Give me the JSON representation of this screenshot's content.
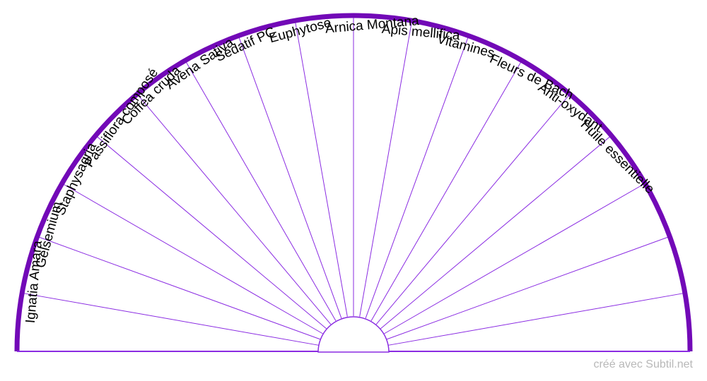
{
  "diagram": {
    "sectors": [
      "Ignatia Amara",
      "Gelsemium",
      "Staphysagria",
      "Passiflora composé",
      "Coffea cruda",
      "Avena Sativa",
      "Sédatif PC",
      "Euphytose",
      "Arnica Montana",
      "Apis mellifica",
      "Vitamines",
      "Fleurs de Bach",
      "Anti-oxydant",
      "Huile essentielle",
      "",
      "",
      "",
      ""
    ],
    "outline_color": "#7209b7",
    "line_color": "#8a2be2"
  },
  "footer": {
    "credit": "créé avec Subtil.net"
  }
}
